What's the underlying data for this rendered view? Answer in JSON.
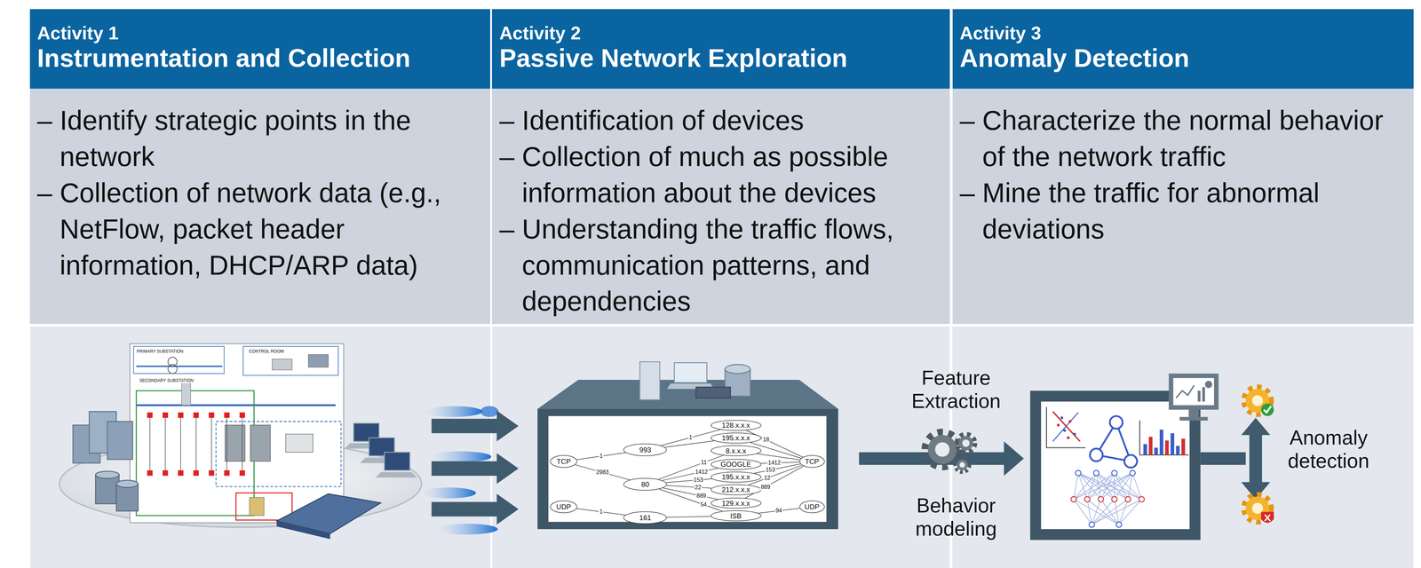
{
  "diagram": {
    "nodes": [
      {
        "text": [
          "Activity 1",
          "Instrumentation and Collection",
          "– Identify strategic points in the network",
          "– Collection of network data (e.g., NetFlow, packet header information, DHCP/ARP data)"
        ]
      },
      {
        "text": [
          "Activity 2",
          "Passive Network Exploration",
          "– Identification of devices",
          "– Collection of much as possible information about the devices",
          "– Understanding the traffic flows, communication patterns, and dependencies"
        ]
      },
      {
        "text": [
          "Activity 3",
          "Anomaly Detection",
          "– Characterize the normal behavior of the network traffic",
          "– Mine the traffic for abnormal deviations"
        ]
      },
      {
        "text": [
          "TCP"
        ]
      },
      {
        "text": [
          "UDP"
        ]
      },
      {
        "text": [
          "993"
        ]
      },
      {
        "text": [
          "80"
        ]
      },
      {
        "text": [
          "161"
        ]
      },
      {
        "text": [
          "128.x.x.x"
        ]
      },
      {
        "text": [
          "195.x.x.x"
        ]
      },
      {
        "text": [
          "8.x.x.x"
        ]
      },
      {
        "text": [
          "GOOGLE"
        ]
      },
      {
        "text": [
          "195.x.x.x"
        ]
      },
      {
        "text": [
          "212.x.x.x"
        ]
      },
      {
        "text": [
          "129.x.x.x"
        ]
      },
      {
        "text": [
          "ISB"
        ]
      },
      {
        "text": [
          "TCP"
        ]
      },
      {
        "text": [
          "UDP"
        ]
      }
    ],
    "edges": [
      {
        "from": 3,
        "to": 5,
        "label": "1",
        "arrow": "none"
      },
      {
        "from": 3,
        "to": 6,
        "label": "2983",
        "arrow": "none"
      },
      {
        "from": 4,
        "to": 7,
        "label": "1",
        "arrow": "none"
      },
      {
        "from": 5,
        "to": 8,
        "label": "1",
        "arrow": "none"
      },
      {
        "from": 5,
        "to": 9,
        "arrow": "none"
      },
      {
        "from": 6,
        "to": 10,
        "label": "11",
        "arrow": "none"
      },
      {
        "from": 6,
        "to": 11,
        "label": "1412",
        "arrow": "none"
      },
      {
        "from": 6,
        "to": 12,
        "label": "153",
        "arrow": "none"
      },
      {
        "from": 6,
        "to": 13,
        "label": "22",
        "arrow": "none"
      },
      {
        "from": 6,
        "to": 14,
        "label": "889",
        "arrow": "none"
      },
      {
        "from": 6,
        "to": 15,
        "label": "54",
        "arrow": "none"
      },
      {
        "from": 8,
        "to": 16,
        "label": "18",
        "arrow": "none"
      },
      {
        "from": 9,
        "to": 16,
        "arrow": "none"
      },
      {
        "from": 10,
        "to": 16,
        "arrow": "none"
      },
      {
        "from": 11,
        "to": 16,
        "label": "1412",
        "arrow": "none"
      },
      {
        "from": 12,
        "to": 16,
        "label": "153",
        "arrow": "none"
      },
      {
        "from": 13,
        "to": 16,
        "label": "12",
        "arrow": "none"
      },
      {
        "from": 14,
        "to": 16,
        "label": "889",
        "arrow": "none"
      },
      {
        "from": 15,
        "to": 17,
        "label": "94",
        "arrow": "none"
      },
      {
        "from": 7,
        "to": 15,
        "arrow": "none"
      }
    ],
    "labels": [
      "Feature Extraction",
      "Behavior modeling",
      "Anomaly detection",
      "PRIMARY SUBSTATION",
      "CONTROL ROOM",
      "SECONDARY SUBSTATION"
    ]
  }
}
